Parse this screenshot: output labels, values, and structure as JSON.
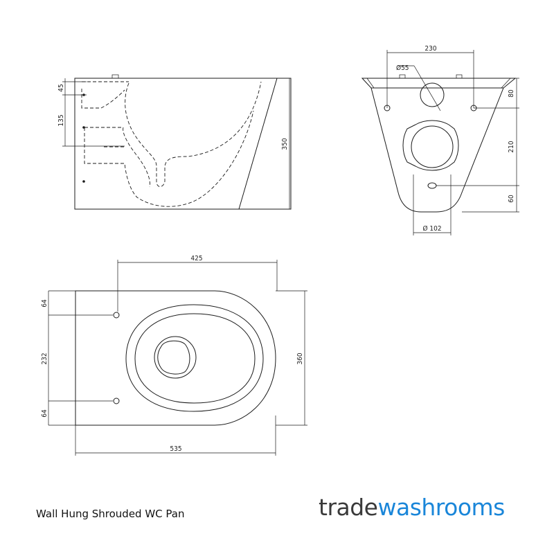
{
  "caption": "Wall Hung Shrouded WC Pan",
  "brand": {
    "part1": "trade",
    "part2": "washrooms",
    "color1": "#3a3a3a",
    "color2": "#1a86d9"
  },
  "dimensions": {
    "side_view": {
      "top_offset": "45",
      "fixing_spacing": "135",
      "height": "350"
    },
    "rear_view": {
      "fixing_centres": "230",
      "inlet_diameter": "Ø55",
      "top_to_fixing": "80",
      "fixing_to_waste": "210",
      "waste_to_bottom": "60",
      "outlet_diameter": "Ø 102"
    },
    "plan_view": {
      "fixing_depth": "425",
      "edge_to_fixing_top": "64",
      "fixing_spacing": "232",
      "edge_to_fixing_bottom": "64",
      "width": "360",
      "length": "535"
    }
  }
}
